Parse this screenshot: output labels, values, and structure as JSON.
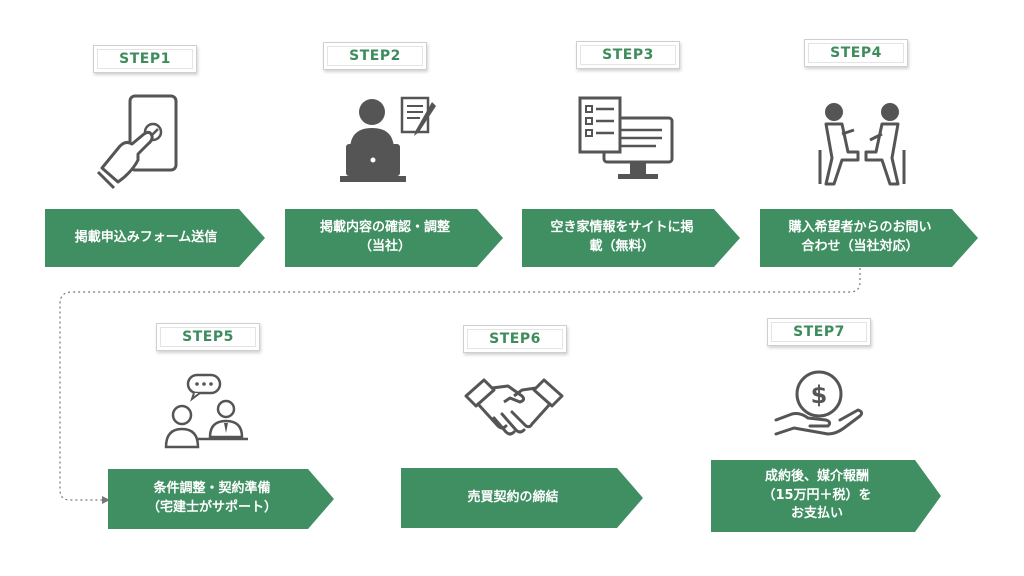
{
  "steps": [
    {
      "label": "STEP1",
      "text": "掲載申込みフォーム送信"
    },
    {
      "label": "STEP2",
      "text": "掲載内容の確認・調整\n（当社）"
    },
    {
      "label": "STEP3",
      "text": "空き家情報をサイトに掲\n載（無料）"
    },
    {
      "label": "STEP4",
      "text": "購入希望者からのお問い\n合わせ（当社対応）"
    },
    {
      "label": "STEP5",
      "text": "条件調整・契約準備\n（宅建士がサポート）"
    },
    {
      "label": "STEP6",
      "text": "売買契約の締結"
    },
    {
      "label": "STEP7",
      "text": "成約後、媒介報酬\n（15万円＋税）を\nお支払い"
    }
  ],
  "colors": {
    "accent": "#3f8f62",
    "badge_text": "#3d8c5c",
    "icon": "#555555"
  },
  "icons": [
    "phone-tap-icon",
    "document-review-icon",
    "computer-list-icon",
    "consultation-icon",
    "chat-meeting-icon",
    "handshake-icon",
    "money-hand-icon"
  ]
}
